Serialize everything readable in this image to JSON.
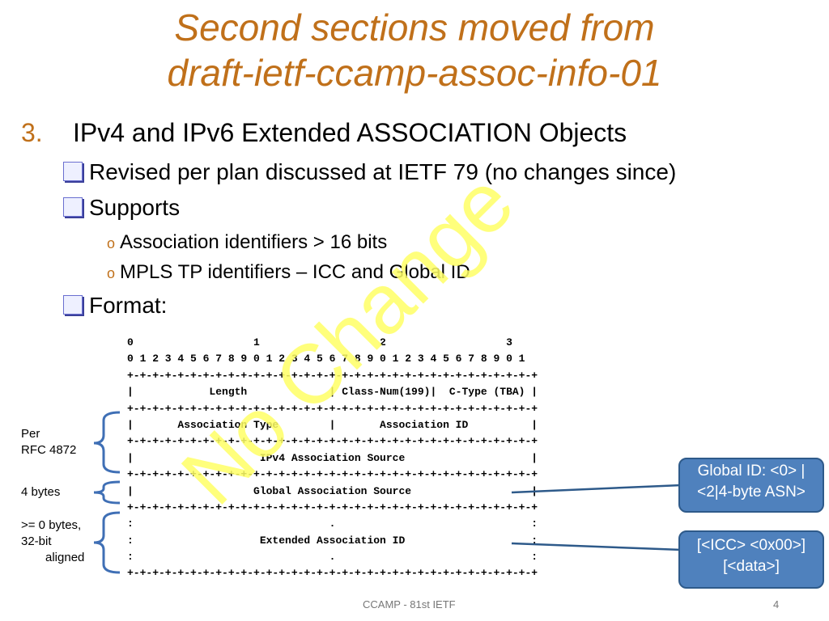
{
  "title": {
    "line1": "Second sections moved from",
    "line2": "draft-ietf-ccamp-assoc-info-01"
  },
  "item3": {
    "number": "3.",
    "text": "IPv4 and IPv6 Extended ASSOCIATION Objects"
  },
  "bullets": {
    "revised": "Revised per plan discussed at IETF 79 (no changes since)",
    "supports": "Supports",
    "sub1": "Association identifiers > 16 bits",
    "sub2": "MPLS TP identifiers – ICC and Global ID",
    "format": "Format:"
  },
  "watermark": "No Change",
  "diagram": {
    "rows": [
      "0                   1                   2                   3",
      "0 1 2 3 4 5 6 7 8 9 0 1 2 3 4 5 6 7 8 9 0 1 2 3 4 5 6 7 8 9 0 1",
      "+-+-+-+-+-+-+-+-+-+-+-+-+-+-+-+-+-+-+-+-+-+-+-+-+-+-+-+-+-+-+-+-+",
      "|            Length             | Class-Num(199)|  C-Type (TBA) |",
      "+-+-+-+-+-+-+-+-+-+-+-+-+-+-+-+-+-+-+-+-+-+-+-+-+-+-+-+-+-+-+-+-+",
      "|       Association Type        |       Association ID          |",
      "+-+-+-+-+-+-+-+-+-+-+-+-+-+-+-+-+-+-+-+-+-+-+-+-+-+-+-+-+-+-+-+-+",
      "|                    IPv4 Association Source                    |",
      "+-+-+-+-+-+-+-+-+-+-+-+-+-+-+-+-+-+-+-+-+-+-+-+-+-+-+-+-+-+-+-+-+",
      "|                   Global Association Source                   |",
      "+-+-+-+-+-+-+-+-+-+-+-+-+-+-+-+-+-+-+-+-+-+-+-+-+-+-+-+-+-+-+-+-+",
      ":                               .                               :",
      ":                    Extended Association ID                    :",
      ":                               .                               :",
      "+-+-+-+-+-+-+-+-+-+-+-+-+-+-+-+-+-+-+-+-+-+-+-+-+-+-+-+-+-+-+-+-+"
    ]
  },
  "side_labels": {
    "per_line1": "Per",
    "per_line2": "RFC 4872",
    "four_bytes": "4 bytes",
    "ge0_line1": ">= 0 bytes,",
    "ge0_line2": "32-bit",
    "ge0_line3": "aligned"
  },
  "callouts": {
    "global_line1": "Global ID: <0> |",
    "global_line2": "<2|4-byte ASN>",
    "icc_line1": "[<ICC> <0x00>]",
    "icc_line2": "[<data>]"
  },
  "footer": {
    "center": "CCAMP - 81st IETF",
    "page": "4"
  },
  "colors": {
    "title": "#c0701a",
    "callout_fill": "#4f81bd",
    "brace": "#3f6fb5",
    "watermark": "#ffff66"
  }
}
